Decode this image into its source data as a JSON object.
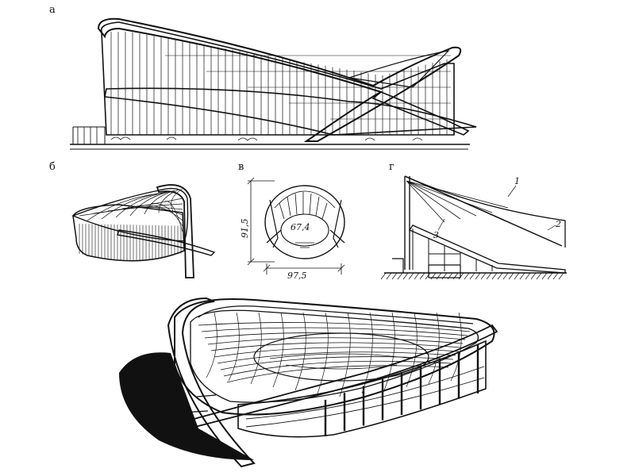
{
  "figure": {
    "panel_labels": {
      "a": "а",
      "b": "б",
      "v": "в",
      "g": "г"
    },
    "plan_dimensions": {
      "width": "97,5",
      "height": "91,5",
      "inner": "67,4"
    },
    "section_callouts": {
      "one": "1",
      "two": "2",
      "three": "3"
    }
  },
  "colors": {
    "ink": "#111111",
    "paper": "#ffffff"
  }
}
